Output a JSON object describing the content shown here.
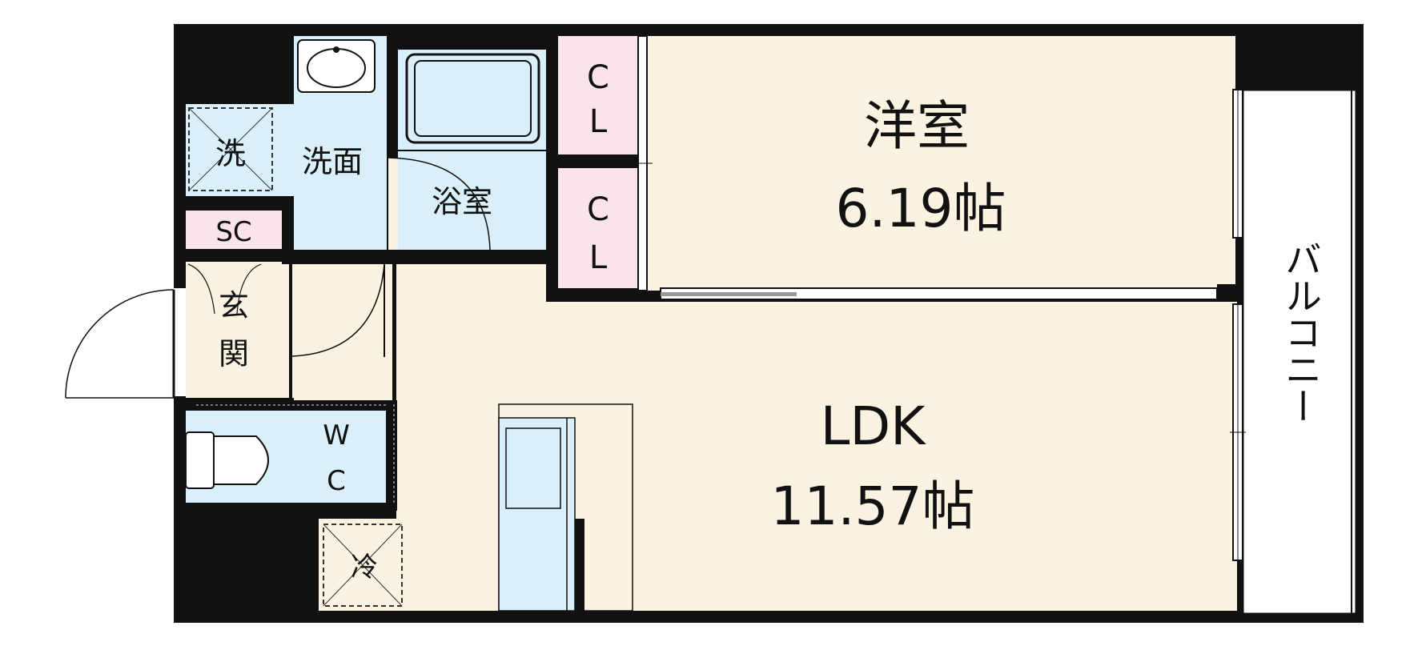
{
  "colors": {
    "wall": "#111111",
    "room_beige": "#faf3e1",
    "water_blue": "#d9f0fa",
    "storage_pink": "#fbe3ec",
    "balcony": "#ffffff"
  },
  "rooms": {
    "bedroom": {
      "name": "洋室",
      "size": "6.19帖"
    },
    "ldk": {
      "name": "LDK",
      "size": "11.57帖"
    },
    "balcony": {
      "name": "バルコニー"
    },
    "bath": {
      "name": "浴室"
    },
    "washroom": {
      "name": "洗面"
    },
    "washer": {
      "name": "洗"
    },
    "entrance": {
      "name_1": "玄",
      "name_2": "関"
    },
    "shoe_closet": {
      "name": "SC"
    },
    "toilet": {
      "name_1": "W",
      "name_2": "C"
    },
    "fridge": {
      "name": "冷"
    },
    "closet_top": {
      "name_1": "C",
      "name_2": "L"
    },
    "closet_bottom": {
      "name_1": "C",
      "name_2": "L"
    }
  }
}
